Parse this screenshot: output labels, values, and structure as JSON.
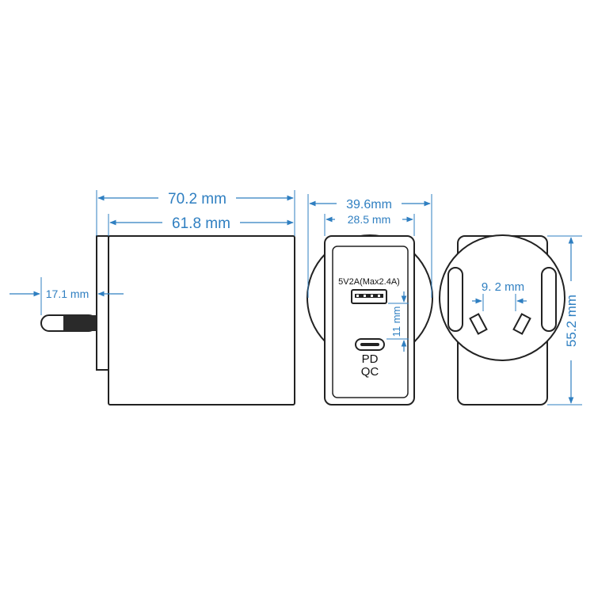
{
  "dimensions": {
    "overall_length": "70.2 mm",
    "body_length": "61.8 mm",
    "pin_length": "17.1 mm",
    "front_width": "39.6mm",
    "front_inner_width": "28.5 mm",
    "port_spacing": "11 mm",
    "pin_spacing": "9. 2 mm",
    "height": "55.2 mm"
  },
  "ports": {
    "usb_a_label": "5V2A(Max2.4A)",
    "usb_c_label_1": "PD",
    "usb_c_label_2": "QC"
  },
  "colors": {
    "dimension": "#2f7fc1",
    "outline": "#222222",
    "pin": "#2a2a2a"
  }
}
